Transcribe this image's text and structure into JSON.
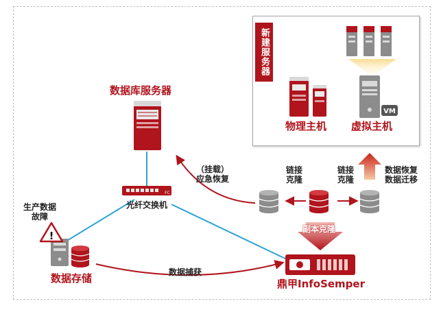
{
  "colors": {
    "brand_red": "#b0141c",
    "link_blue": "#2ea3d6",
    "server_grey": "#8c8c8c",
    "text_dark": "#222222"
  },
  "labels": {
    "db_server": "数据库服务器",
    "fiber_switch": "光纤交换机",
    "data_storage": "数据存储",
    "prod_fault": "生产数据\n故障",
    "new_server": "新建服务器",
    "physical_host": "物理主机",
    "virtual_host": "虚拟主机",
    "mount_recover": "（挂载）\n应急恢复",
    "link_clone_left": "链接\n克隆",
    "link_clone_right": "链接\n克隆",
    "recover_migrate": "数据恢复\n数据迁移",
    "replica_clone": "副本克隆",
    "data_capture": "数据捕获",
    "brand": "鼎甲InfoSemper",
    "vm_badge": "VM",
    "switch_badge": "FC"
  },
  "icons": {
    "database_server": "tower-server-icon",
    "switch": "fiber-switch-icon",
    "storage": "database-cylinder-icon",
    "warning": "warning-triangle-icon",
    "appliance": "rack-appliance-icon"
  }
}
